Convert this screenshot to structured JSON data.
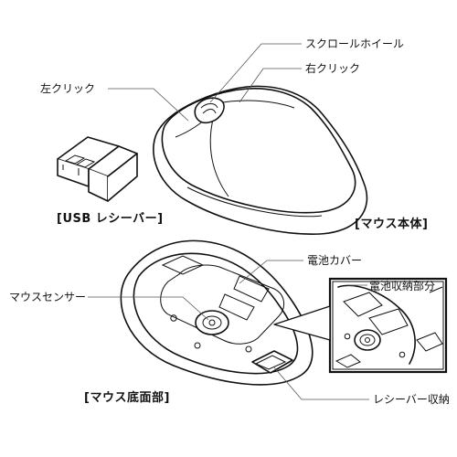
{
  "labels": {
    "scroll_wheel": "スクロールホイール",
    "right_click": "右クリック",
    "left_click": "左クリック",
    "battery_cover": "電池カバー",
    "battery_compartment": "電池収納部分",
    "mouse_sensor": "マウスセンサー",
    "receiver_storage": "レシーバー収納"
  },
  "captions": {
    "usb_receiver": "[USB レシーバー]",
    "mouse_body": "[マウス本体]",
    "mouse_bottom": "[マウス底面部]"
  }
}
